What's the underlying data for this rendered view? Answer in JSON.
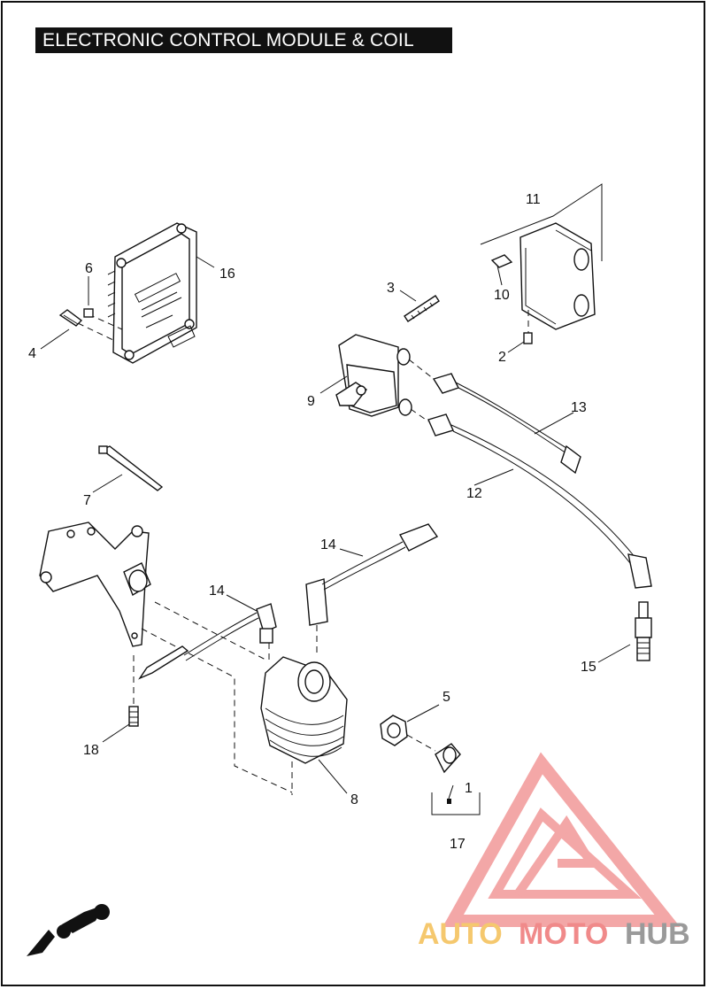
{
  "page_title": "ELECTRONIC CONTROL MODULE & COIL",
  "callouts": {
    "c1": "1",
    "c2": "2",
    "c3": "3",
    "c4": "4",
    "c5": "5",
    "c6": "6",
    "c7": "7",
    "c8": "8",
    "c9": "9",
    "c10": "10",
    "c11": "11",
    "c12": "12",
    "c13": "13",
    "c14a": "14",
    "c14b": "14",
    "c15": "15",
    "c16": "16",
    "c17": "17",
    "c18": "18"
  },
  "watermark": {
    "part1": "AUTO",
    "part2": "MOTO",
    "part3": "HUB",
    "colors": {
      "auto": "#f5c86e",
      "moto": "#f08a8a",
      "hub": "#9a9a9a",
      "logo": "#f08a8a"
    }
  }
}
